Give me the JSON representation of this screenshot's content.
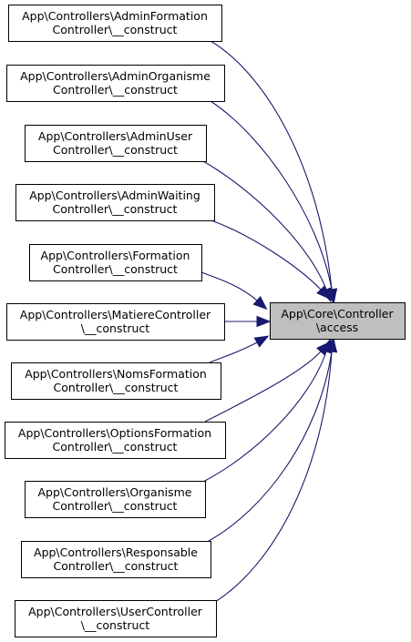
{
  "diagram": {
    "target": {
      "lines": [
        "App\\Core\\Controller",
        "\\access"
      ]
    },
    "callers": [
      {
        "lines": [
          "App\\Controllers\\AdminFormation",
          "Controller\\__construct"
        ]
      },
      {
        "lines": [
          "App\\Controllers\\AdminOrganisme",
          "Controller\\__construct"
        ]
      },
      {
        "lines": [
          "App\\Controllers\\AdminUser",
          "Controller\\__construct"
        ]
      },
      {
        "lines": [
          "App\\Controllers\\AdminWaiting",
          "Controller\\__construct"
        ]
      },
      {
        "lines": [
          "App\\Controllers\\Formation",
          "Controller\\__construct"
        ]
      },
      {
        "lines": [
          "App\\Controllers\\MatiereController",
          "\\__construct"
        ]
      },
      {
        "lines": [
          "App\\Controllers\\NomsFormation",
          "Controller\\__construct"
        ]
      },
      {
        "lines": [
          "App\\Controllers\\OptionsFormation",
          "Controller\\__construct"
        ]
      },
      {
        "lines": [
          "App\\Controllers\\Organisme",
          "Controller\\__construct"
        ]
      },
      {
        "lines": [
          "App\\Controllers\\Responsable",
          "Controller\\__construct"
        ]
      },
      {
        "lines": [
          "App\\Controllers\\UserController",
          "\\__construct"
        ]
      }
    ],
    "colors": {
      "edge": "#191970",
      "target_fill": "#bfbfbf",
      "node_fill": "#ffffff",
      "node_border": "#000000"
    }
  }
}
